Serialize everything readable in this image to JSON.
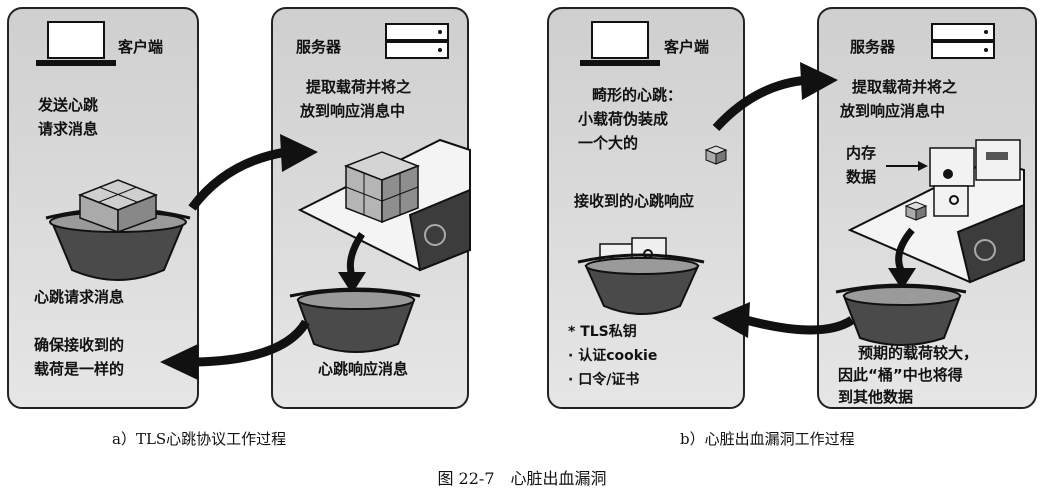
{
  "figure_caption": "图 22-7　心脏出血漏洞",
  "panel_a": {
    "caption": "a）TLS心跳协议工作过程",
    "client": {
      "title": "客户端",
      "send_line1": "发送心跳",
      "send_line2": "请求消息",
      "request_label": "心跳请求消息",
      "ensure_line1": "确保接收到的",
      "ensure_line2": "载荷是一样的"
    },
    "server": {
      "title": "服务器",
      "extract_line1": "提取载荷并将之",
      "extract_line2": "放到响应消息中",
      "response_label": "心跳响应消息"
    }
  },
  "panel_b": {
    "caption": "b）心脏出血漏洞工作过程",
    "client": {
      "title": "客户端",
      "malformed_line1": "畸形的心跳：",
      "malformed_line2": "小载荷伪装成",
      "malformed_line3": "一个大的",
      "received_label": "接收到的心跳响应",
      "leaks": [
        "* TLS私钥",
        "· 认证cookie",
        "· 口令/证书"
      ]
    },
    "server": {
      "title": "服务器",
      "extract_line1": "提取载荷并将之",
      "extract_line2": "放到响应消息中",
      "memory_line1": "内存",
      "memory_line2": "数据",
      "expect_line1": "预期的载荷较大，",
      "expect_line2": "因此“桶”中也将得",
      "expect_line3": "到其他数据"
    }
  }
}
